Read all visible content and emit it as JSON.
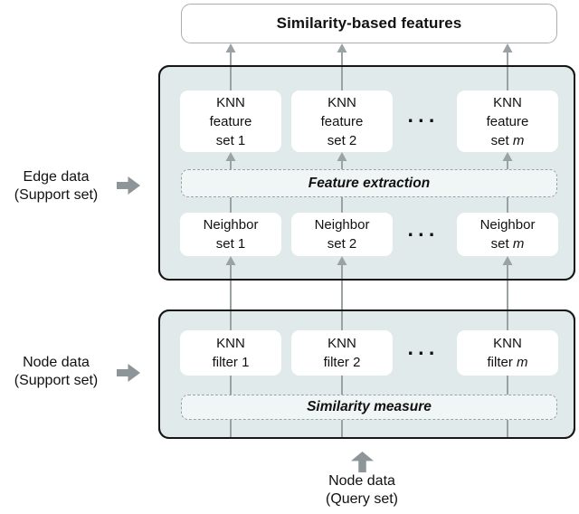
{
  "title": {
    "label": "Similarity-based features"
  },
  "diagram": {
    "dots": "···",
    "top_container": {
      "feature_boxes": [
        {
          "lines": [
            [
              "KNN"
            ],
            [
              "feature"
            ],
            [
              "set 1"
            ]
          ]
        },
        {
          "lines": [
            [
              "KNN"
            ],
            [
              "feature"
            ],
            [
              "set 2"
            ]
          ]
        },
        {
          "lines": [
            [
              "KNN"
            ],
            [
              "feature"
            ],
            [
              "set ",
              {
                "italic": "m"
              }
            ]
          ]
        }
      ],
      "feature_extraction_label": "Feature extraction",
      "neighbor_boxes": [
        {
          "lines": [
            [
              "Neighbor"
            ],
            [
              "set 1"
            ]
          ]
        },
        {
          "lines": [
            [
              "Neighbor"
            ],
            [
              "set 2"
            ]
          ]
        },
        {
          "lines": [
            [
              "Neighbor"
            ],
            [
              "set ",
              {
                "italic": "m"
              }
            ]
          ]
        }
      ]
    },
    "bottom_container": {
      "filter_boxes": [
        {
          "lines": [
            [
              "KNN"
            ],
            [
              "filter 1"
            ]
          ]
        },
        {
          "lines": [
            [
              "KNN"
            ],
            [
              "filter 2"
            ]
          ]
        },
        {
          "lines": [
            [
              "KNN"
            ],
            [
              "filter ",
              {
                "italic": "m"
              }
            ]
          ]
        }
      ],
      "similarity_measure_label": "Similarity measure"
    }
  },
  "side_labels": {
    "edge_data": {
      "lines": [
        [
          "Edge data"
        ],
        [
          "(Support set)"
        ]
      ]
    },
    "node_support": {
      "lines": [
        [
          "Node data"
        ],
        [
          "(Support set)"
        ]
      ]
    }
  },
  "bottom_label": {
    "lines": [
      [
        "Node data"
      ],
      [
        "(Query set)"
      ]
    ]
  },
  "colors": {
    "container_fill": "#e0eaea",
    "dashed_fill": "#f0f6f6",
    "arrow_gray": "#9ba2a4",
    "block_arrow_gray": "#8e9598",
    "border_black": "#161616",
    "title_border_gray": "#a8aeb0"
  }
}
